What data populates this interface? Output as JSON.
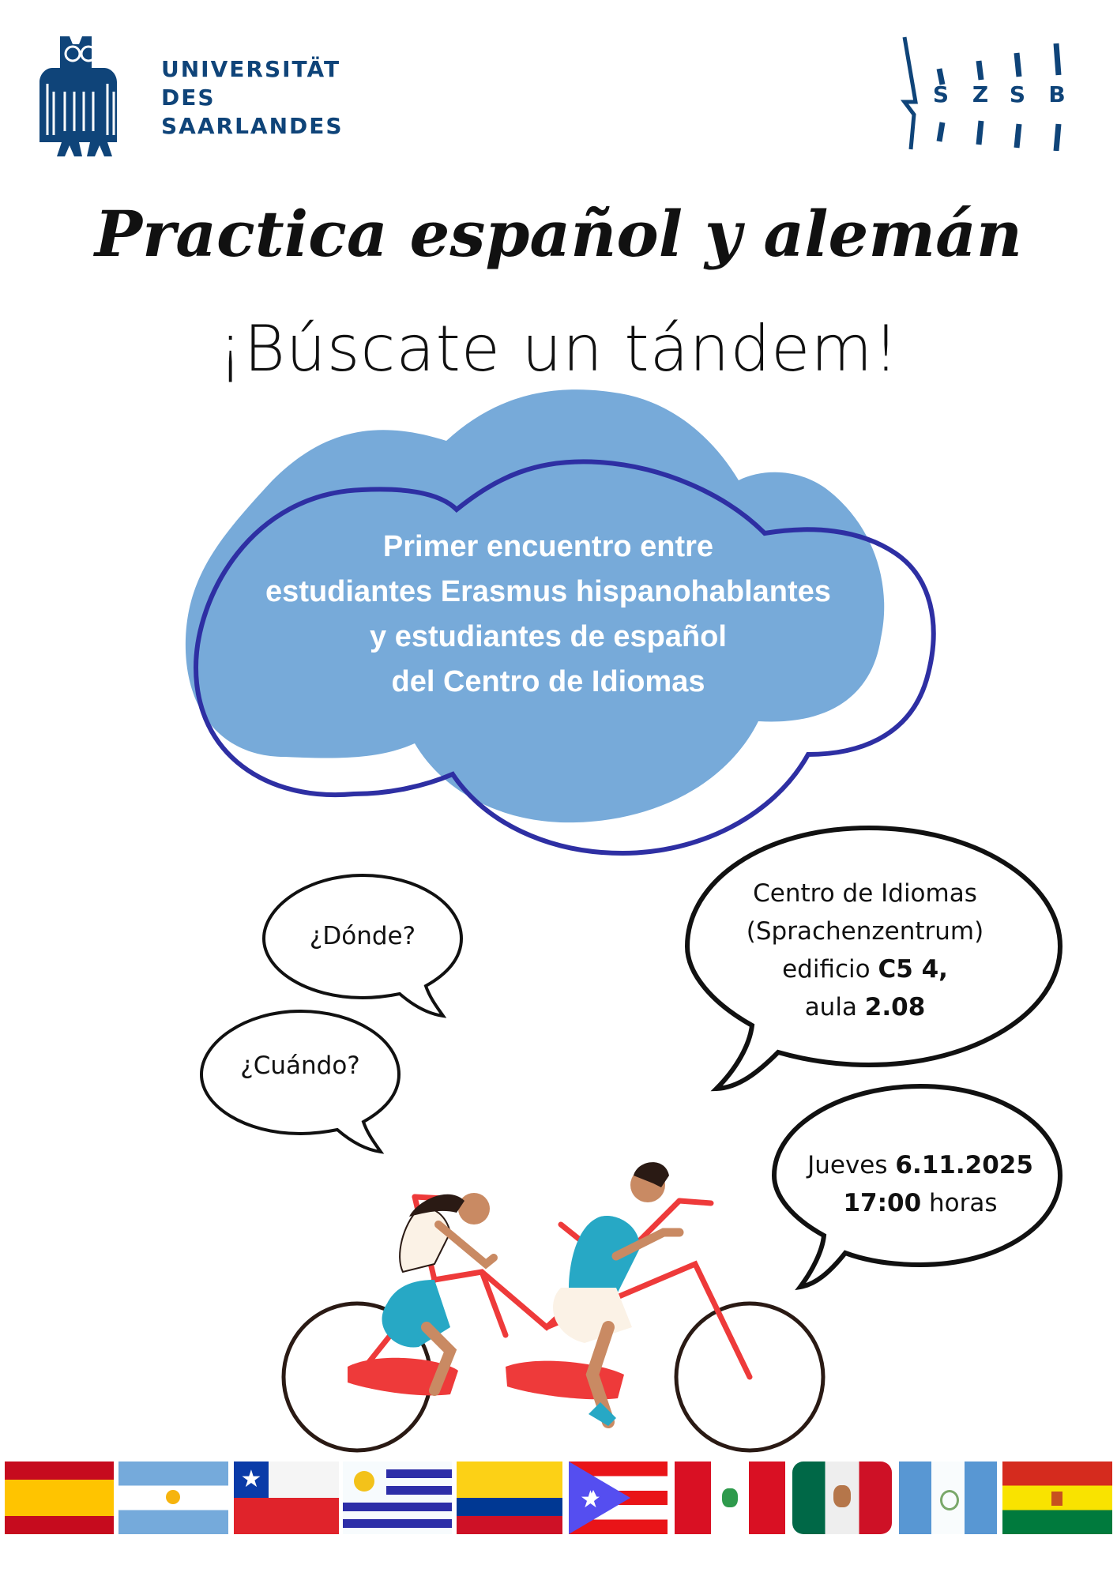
{
  "header": {
    "university_logo": {
      "lines": [
        "UNIVERSITÄT",
        "DES",
        "SAARLANDES"
      ]
    },
    "szsb_logo": {
      "letters": [
        "S",
        "Z",
        "S",
        "B"
      ]
    }
  },
  "title": "Practica español y alemán",
  "subtitle": "¡Búscate un tándem!",
  "cloud": {
    "lines": [
      "Primer encuentro entre",
      "estudiantes Erasmus hispanohablantes",
      "y estudiantes de español",
      "del Centro de Idiomas"
    ]
  },
  "bubbles": {
    "where_question": "¿Dónde?",
    "when_question": "¿Cuándo?",
    "location": {
      "line1": "Centro de Idiomas",
      "line2": "(Sprachenzentrum)",
      "line3_prefix": "edificio ",
      "line3_bold": "C5 4,",
      "line4_prefix": "aula ",
      "line4_bold": "2.08"
    },
    "datetime": {
      "line1_prefix": "Jueves ",
      "line1_bold": "6.11.2025",
      "line2_bold": "17:00",
      "line2_suffix": " horas"
    }
  },
  "colors": {
    "brand_blue": "#0f4479",
    "cloud_fill": "#77aad9",
    "cloud_outline": "#2e2fa3",
    "bike_red": "#ee3a3a"
  },
  "flags": [
    "spain",
    "argentina",
    "chile",
    "uruguay",
    "colombia",
    "puerto-rico",
    "peru",
    "mexico",
    "guatemala",
    "bolivia"
  ]
}
